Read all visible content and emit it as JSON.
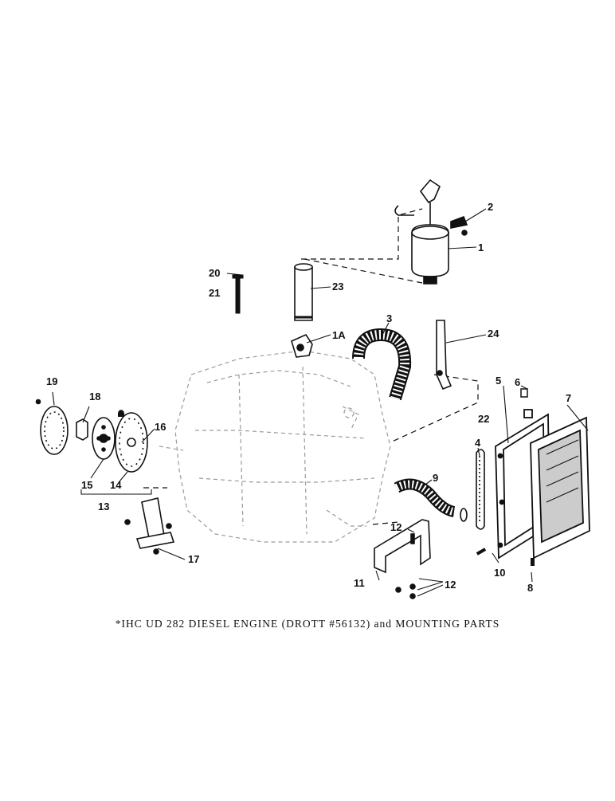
{
  "caption": "*IHC UD 282 DIESEL ENGINE (DROTT #56132) and MOUNTING PARTS",
  "callouts": {
    "c1": "1",
    "c1a": "1A",
    "c2": "2",
    "c3": "3",
    "c4": "4",
    "c5": "5",
    "c6": "6",
    "c7": "7",
    "c8": "8",
    "c9": "9",
    "c10": "10",
    "c11": "11",
    "c12a": "12",
    "c12b": "12",
    "c13": "13",
    "c14": "14",
    "c15": "15",
    "c16": "16",
    "c17": "17",
    "c18": "18",
    "c19": "19",
    "c20": "20",
    "c21": "21",
    "c22": "22",
    "c23": "23",
    "c24": "24"
  },
  "colors": {
    "ink": "#111111",
    "engine_ghost": "#9a9a9a",
    "paper": "#ffffff"
  }
}
